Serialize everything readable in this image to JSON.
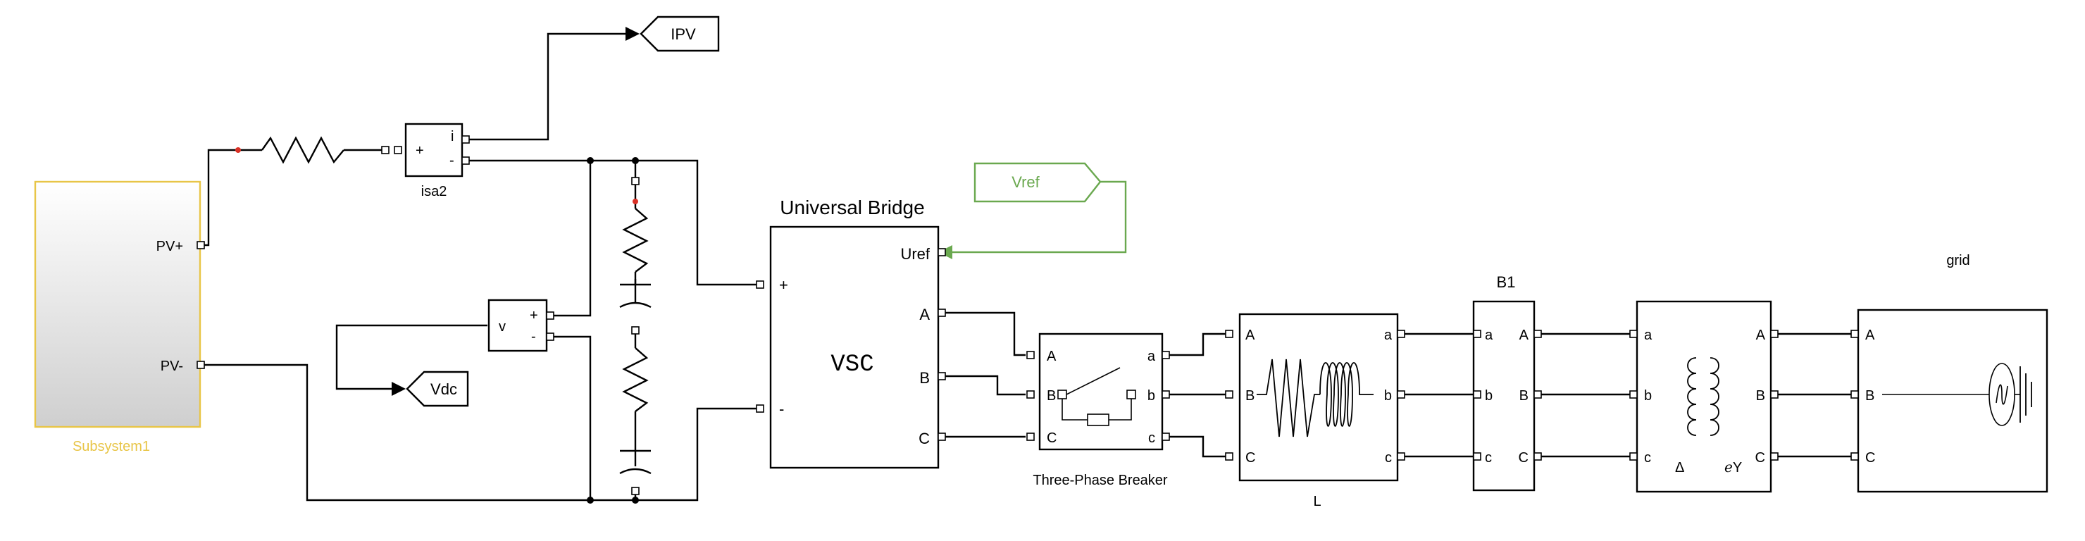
{
  "blocks": {
    "subsystem": {
      "label": "Subsystem1",
      "port_pos": "PV+",
      "port_neg": "PV-"
    },
    "current_meas": {
      "label": "isa2",
      "plus": "+",
      "minus": "-",
      "out": "i"
    },
    "voltage_meas": {
      "v": "v",
      "plus": "+",
      "minus": "-"
    },
    "goto_ipv": {
      "label": "IPV"
    },
    "goto_vdc": {
      "label": "Vdc"
    },
    "from_vref": {
      "label": "Vref"
    },
    "universal_bridge": {
      "title": "Universal Bridge",
      "body": "VSC",
      "uref": "Uref",
      "plus": "+",
      "minus": "-",
      "a": "A",
      "b": "B",
      "c": "C"
    },
    "breaker": {
      "label": "Three-Phase Breaker",
      "A": "A",
      "B": "B",
      "C": "C",
      "a": "a",
      "b": "b",
      "c": "c"
    },
    "inductor": {
      "label": "L",
      "A": "A",
      "B": "B",
      "C": "C",
      "a": "a",
      "b": "b",
      "c": "c"
    },
    "bus_b1": {
      "label": "B1",
      "a": "a",
      "b": "b",
      "c": "c",
      "A": "A",
      "B": "B",
      "C": "C"
    },
    "transformer": {
      "a": "a",
      "b": "b",
      "c": "c",
      "A": "A",
      "B": "B",
      "C": "C",
      "delta": "Δ",
      "wye": "ℯY"
    },
    "grid": {
      "label": "grid",
      "A": "A",
      "B": "B",
      "C": "C"
    }
  },
  "colors": {
    "subsystem_border": "#e8c547",
    "subsystem_label": "#e8c547",
    "vref_green": "#6aa84f",
    "red_marker": "#d93025"
  }
}
